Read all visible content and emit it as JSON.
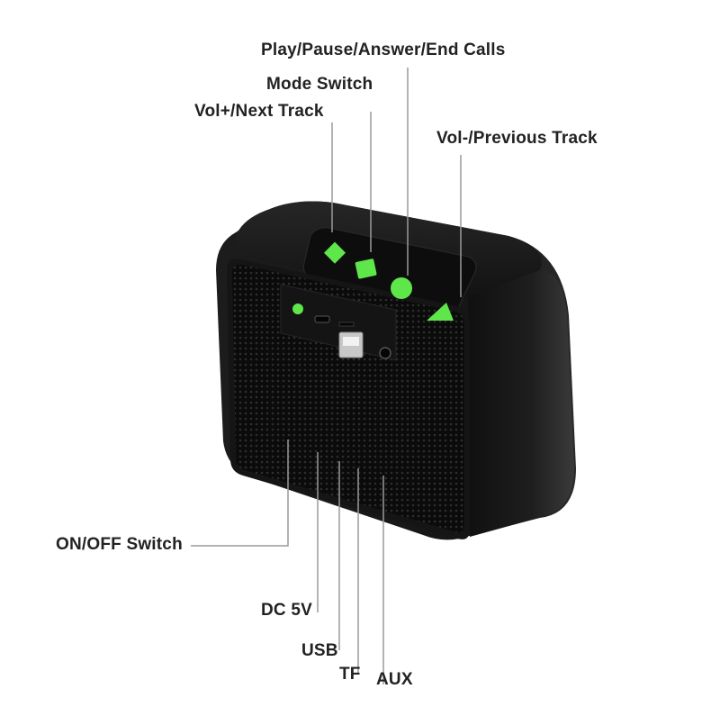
{
  "product": "bluetooth-speaker-diagram",
  "colors": {
    "background": "#ffffff",
    "body": "#141414",
    "grille": "#0c0c0c",
    "button_accent": "#5ee64a",
    "leader_line": "#9a9a9a",
    "label_text": "#222222"
  },
  "top_labels": {
    "play_pause": "Play/Pause/Answer/End Calls",
    "mode_switch": "Mode Switch",
    "vol_up": "Vol+/Next Track",
    "vol_down": "Vol-/Previous Track"
  },
  "bottom_labels": {
    "on_off": "ON/OFF Switch",
    "dc_5v": "DC 5V",
    "usb": "USB",
    "tf": "TF",
    "aux": "AUX"
  },
  "buttons": [
    {
      "name": "vol-up-next-track",
      "icon": "diamond"
    },
    {
      "name": "mode-switch",
      "icon": "square"
    },
    {
      "name": "play-pause",
      "icon": "circle"
    },
    {
      "name": "vol-down-previous-track",
      "icon": "triangle"
    }
  ]
}
